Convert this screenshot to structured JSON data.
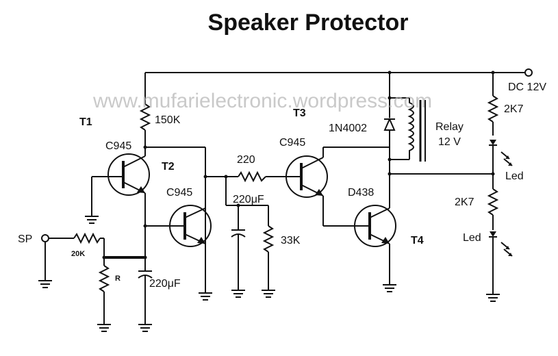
{
  "title": "Speaker  Protector",
  "watermark": "www.mufarielectronic.wordpress.com",
  "supply_label": "DC 12V",
  "input_label": "SP",
  "transistors": {
    "t1": {
      "name": "T1",
      "part": "C945"
    },
    "t2": {
      "name": "T2",
      "part": "C945"
    },
    "t3": {
      "name": "T3",
      "part": "C945"
    },
    "t4": {
      "name": "T4",
      "part": "D438"
    }
  },
  "resistors": {
    "r_150k": "150K",
    "r_20k": "20K",
    "r_r": "R",
    "r_220": "220",
    "r_33k": "33K",
    "r_2k7_top": "2K7",
    "r_2k7_bottom": "2K7"
  },
  "capacitors": {
    "c_input": "220μF",
    "c_timing": "220μF"
  },
  "diode": "1N4002",
  "relay": {
    "line1": "Relay",
    "line2": "12 V"
  },
  "leds": {
    "led_top": "Led",
    "led_bottom": "Led"
  }
}
